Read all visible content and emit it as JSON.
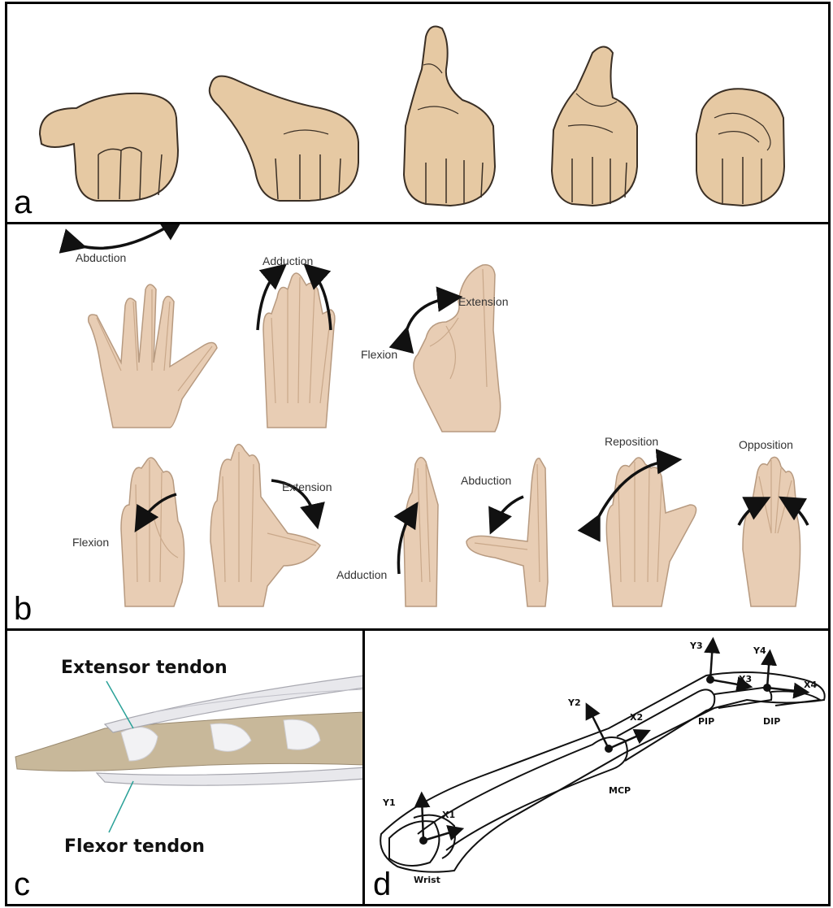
{
  "panels": {
    "a": {
      "letter": "a"
    },
    "b": {
      "letter": "b",
      "labels": {
        "abduction_top": "Abduction",
        "adduction_top": "Adduction",
        "extension_top": "Extension",
        "flexion_top": "Flexion",
        "flexion_bottom": "Flexion",
        "extension_bottom": "Extension",
        "adduction_bottom": "Adduction",
        "abduction_bottom": "Abduction",
        "reposition": "Reposition",
        "opposition": "Opposition"
      }
    },
    "c": {
      "letter": "c",
      "extensor": "Extensor tendon",
      "flexor": "Flexor tendon"
    },
    "d": {
      "letter": "d",
      "wrist": "Wrist",
      "mcp": "MCP",
      "pip": "PIP",
      "dip": "DIP",
      "y1": "Y1",
      "x1": "X1",
      "y2": "Y2",
      "x2": "X2",
      "y3": "Y3",
      "x3": "X3",
      "y4": "Y4",
      "x4": "X4"
    }
  },
  "colors": {
    "skin": "#e6c9a3",
    "border": "#000000",
    "tendon": "#e8e8ec",
    "bone": "#c8b89a",
    "leader_line": "#2aa198"
  }
}
